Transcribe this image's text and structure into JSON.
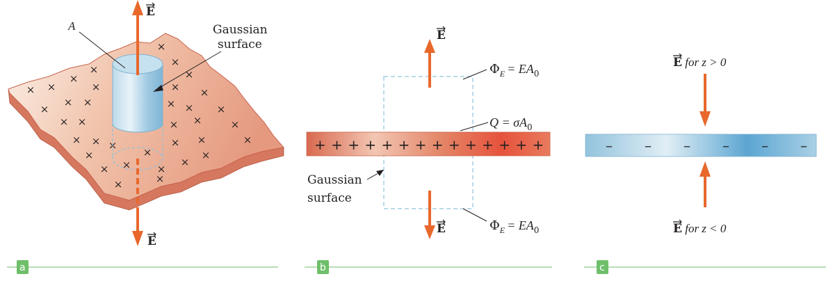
{
  "colors": {
    "field_arrow": "#e8682c",
    "sheet_positive": "#e5604a",
    "sheet_positive_light": "#f7e1d6",
    "sheet_negative": "#5aa5d1",
    "sheet_negative_light": "#d6e8f1",
    "gaussian_outline": "#8fc3dd",
    "panel_line": "#8dc98b",
    "panel_tag": "#6fbf6a"
  },
  "icons": [
    "cross-mark",
    "plus-sign",
    "minus-sign",
    "arrow"
  ],
  "panel_a": {
    "tag": "a",
    "label_area": "A",
    "label_gaussian_line1": "Gaussian",
    "label_gaussian_line2": "surface",
    "label_field_top": "E",
    "label_field_bottom": "E",
    "cross_symbol": "×"
  },
  "panel_b": {
    "tag": "b",
    "field_top": "E",
    "field_bottom": "E",
    "flux_top": "Φ",
    "flux_sub": "E",
    "flux_rhs": "= EA",
    "flux_rhs_sub": "0",
    "charge_eq": "Q = σA",
    "charge_sub": "0",
    "plus_row": "+ + + + + + + + + + + + + +",
    "gaussian_line1": "Gaussian",
    "gaussian_line2": "surface"
  },
  "panel_c": {
    "tag": "c",
    "field_top_label": "E",
    "field_top_cond": " for z > 0",
    "field_bottom_label": "E",
    "field_bottom_cond": " for z < 0",
    "minus_symbol": "–"
  }
}
